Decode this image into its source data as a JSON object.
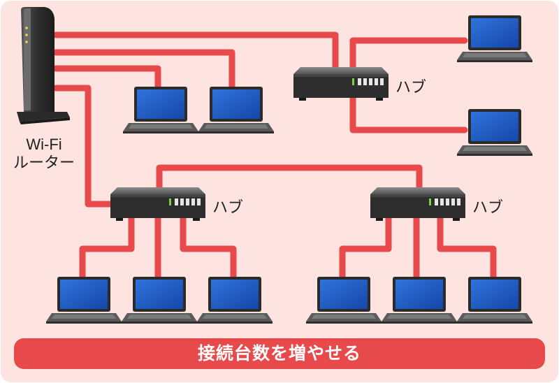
{
  "router": {
    "label_line1": "Wi-Fi",
    "label_line2": "ルーター"
  },
  "hubs": [
    {
      "id": "hub-top",
      "label": "ハブ"
    },
    {
      "id": "hub-bottom-left",
      "label": "ハブ"
    },
    {
      "id": "hub-bottom-right",
      "label": "ハブ"
    }
  ],
  "banner": {
    "text": "接続台数を増やせる"
  },
  "colors": {
    "background": "#fde4e1",
    "cable": "#e84a4b",
    "banner": "#e8494a",
    "screen": "#1f5cc4",
    "device_body": "#3a3a3a"
  }
}
